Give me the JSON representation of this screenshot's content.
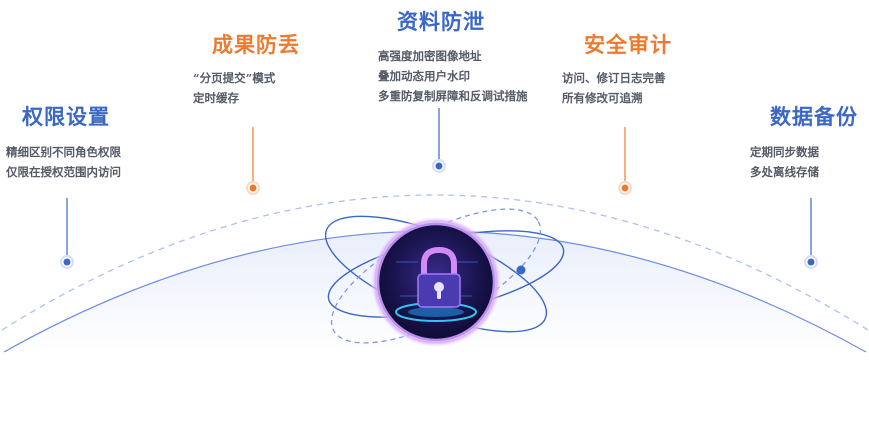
{
  "features": [
    {
      "id": "permission",
      "title": "权限设置",
      "accent": "#3b67c6",
      "lines": [
        "精细区别不同角色权限",
        "仅限在授权范围内访问"
      ]
    },
    {
      "id": "outcome",
      "title": "成果防丢",
      "accent": "#ee7a2f",
      "lines": [
        "“分页提交”模式",
        "定时缓存"
      ]
    },
    {
      "id": "leak",
      "title": "资料防泄",
      "accent": "#3b67c6",
      "lines": [
        "高强度加密图像地址",
        "叠加动态用户水印",
        "多重防复制屏障和反调试措施"
      ]
    },
    {
      "id": "audit",
      "title": "安全审计",
      "accent": "#ee7a2f",
      "lines": [
        "访问、修订日志完善",
        "所有修改可追溯"
      ]
    },
    {
      "id": "backup",
      "title": "数据备份",
      "accent": "#3b67c6",
      "lines": [
        "定期同步数据",
        "多处离线存储"
      ]
    }
  ],
  "colors": {
    "blue": "#3b67c6",
    "orange": "#ee7a2f",
    "text": "#555a66"
  },
  "center_icon": "padlock-icon"
}
